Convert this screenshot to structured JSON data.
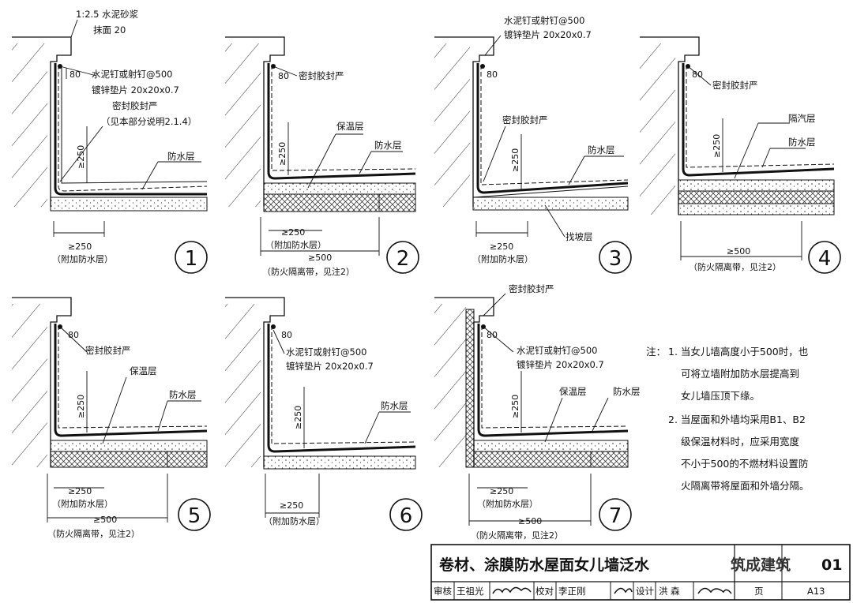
{
  "drawing": {
    "title": "卷材、涂膜防水屋面女儿墙泛水",
    "code": "01",
    "page_label": "页",
    "page_number": "A13",
    "watermark": "筑成建筑",
    "review_label": "审核",
    "reviewer": "王祖光",
    "check_label": "校对",
    "checker": "李正刚",
    "design_label": "设计",
    "designer": "洪 森"
  },
  "details": [
    {
      "number": "1",
      "labels": {
        "mortar": "1:2.5 水泥砂浆",
        "plaster": "抹面 20",
        "nail": "水泥钉或射钉@500",
        "washer": "镀锌垫片 20x20x0.7",
        "sealant": "密封胶封严",
        "note_ref": "（见本部分说明2.1.4）",
        "waterproof": "防水层"
      },
      "dims": {
        "top": "80",
        "height": "≥250",
        "width1": "≥250",
        "width1_note": "（附加防水层）"
      }
    },
    {
      "number": "2",
      "labels": {
        "sealant": "密封胶封严",
        "insulation": "保温层",
        "waterproof": "防水层"
      },
      "dims": {
        "top": "80",
        "height": "≥250",
        "width1": "≥250",
        "width1_note": "（附加防水层）",
        "width2": "≥500",
        "width2_note": "（防火隔离带，见注2）"
      }
    },
    {
      "number": "3",
      "labels": {
        "nail": "水泥钉或射钉@500",
        "washer": "镀锌垫片 20x20x0.7",
        "sealant": "密封胶封严",
        "waterproof": "防水层",
        "slope": "找坡层"
      },
      "dims": {
        "top": "80",
        "height": "≥250",
        "width1": "≥250",
        "width1_note": "（附加防水层）"
      }
    },
    {
      "number": "4",
      "labels": {
        "sealant": "密封胶封严",
        "vapor": "隔汽层",
        "waterproof": "防水层"
      },
      "dims": {
        "top": "80",
        "height": "≥250",
        "width2": "≥500",
        "width2_note": "（防火隔离带，见注2）"
      }
    },
    {
      "number": "5",
      "labels": {
        "sealant": "密封胶封严",
        "insulation": "保温层",
        "waterproof": "防水层"
      },
      "dims": {
        "top": "80",
        "height": "≥250",
        "width1": "≥250",
        "width1_note": "（附加防水层）",
        "width2": "≥500",
        "width2_note": "（防火隔离带，见注2）"
      }
    },
    {
      "number": "6",
      "labels": {
        "nail": "水泥钉或射钉@500",
        "washer": "镀锌垫片 20x20x0.7",
        "waterproof": "防水层"
      },
      "dims": {
        "top": "80",
        "height": "≥250",
        "width1": "≥250",
        "width1_note": "（附加防水层）"
      }
    },
    {
      "number": "7",
      "labels": {
        "sealant": "密封胶封严",
        "nail": "水泥钉或射钉@500",
        "washer": "镀锌垫片 20x20x0.7",
        "insulation": "保温层",
        "waterproof": "防水层"
      },
      "dims": {
        "top": "80",
        "height": "≥250",
        "width1": "≥250",
        "width1_note": "（附加防水层）",
        "width2": "≥500",
        "width2_note": "（防火隔离带，见注2）"
      }
    }
  ],
  "notes": {
    "heading": "注：",
    "n1_l1": "1. 当女儿墙高度小于500时，也",
    "n1_l2": "可将立墙附加防水层提高到",
    "n1_l3": "女儿墙压顶下缘。",
    "n2_l1": "2. 当屋面和外墙均采用B1、B2",
    "n2_l2": "级保温材料时，应采用宽度",
    "n2_l3": "不小于500的不燃材料设置防",
    "n2_l4": "火隔离带将屋面和外墙分隔。"
  }
}
